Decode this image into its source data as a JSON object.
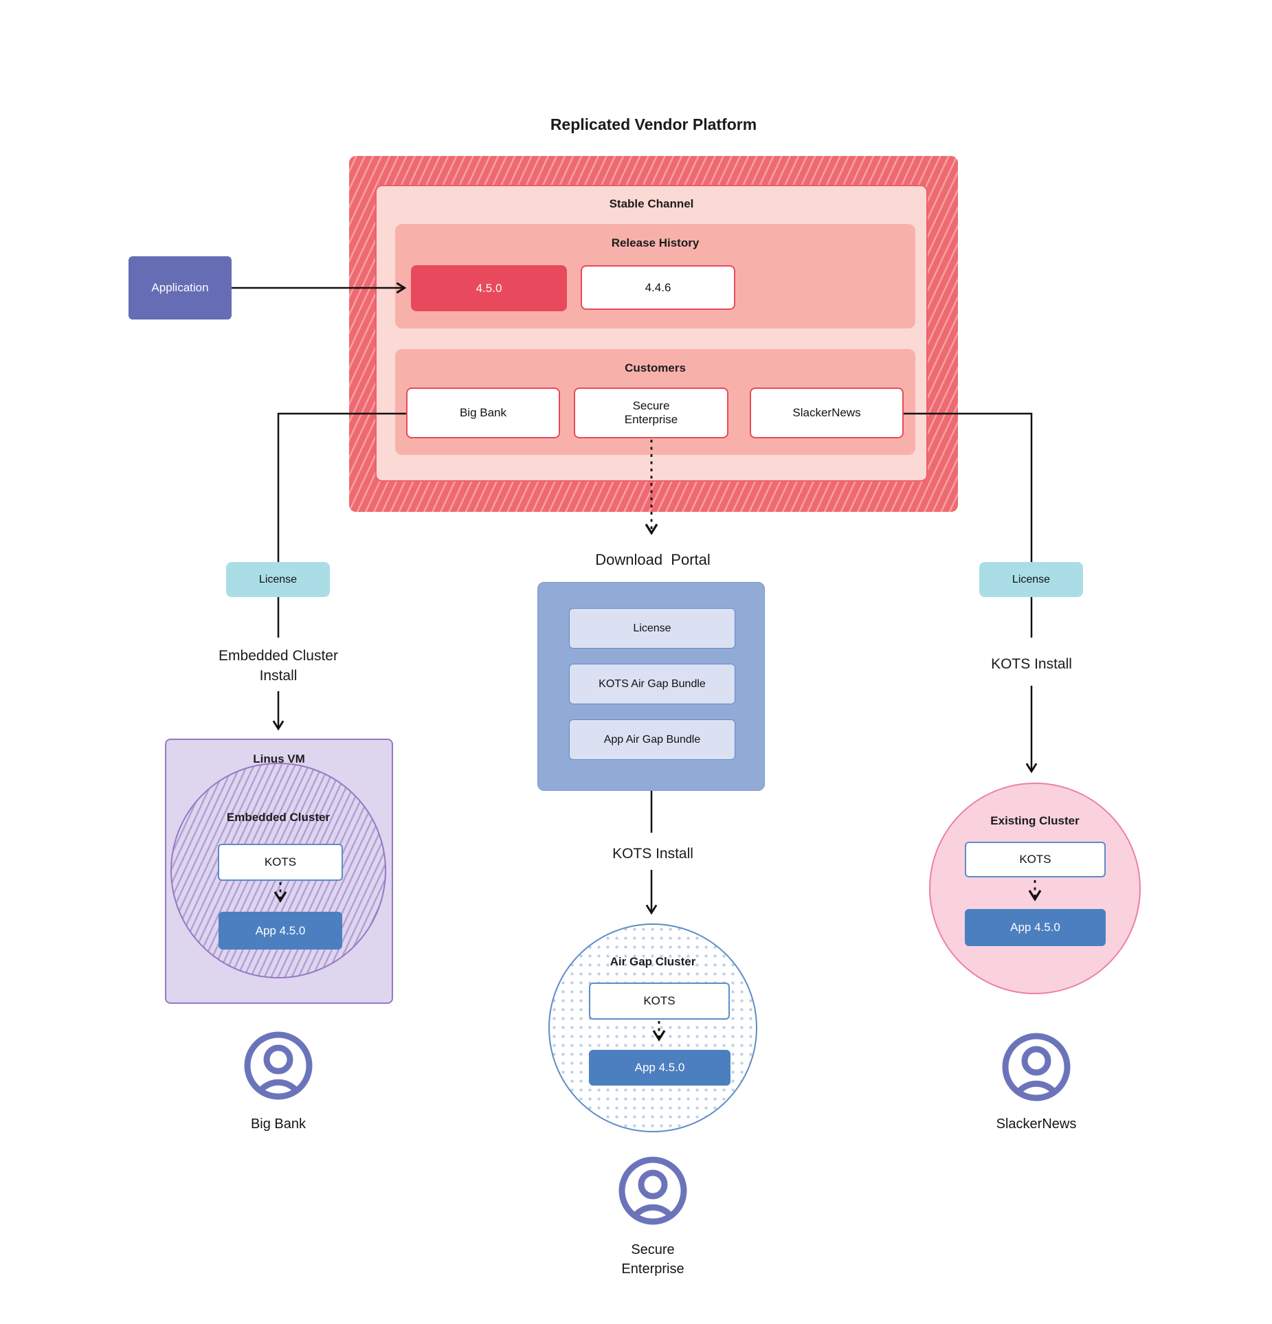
{
  "title": "Replicated Vendor Platform",
  "colors": {
    "platform_red": "#ee6a70",
    "platform_stripe": "#f7a0a5",
    "channel_bg": "#fbd9d4",
    "section_bg": "#f8b1aa",
    "release_current_bg": "#e8495d",
    "box_border_red": "#e8495d",
    "application_bg": "#666db5",
    "license_bg": "#abdde7",
    "portal_bg": "#92abd6",
    "portal_item_bg": "#dbe0f2",
    "blue_border": "#5d8cc6",
    "app_box_bg": "#4c7fc0",
    "vm_bg": "#ded5ee",
    "vm_border": "#9678c4",
    "existing_bg": "#f9d2de",
    "existing_border": "#ee7ea4",
    "user_icon": "#6b74ba"
  },
  "application": {
    "label": "Application"
  },
  "platform": {
    "stable_channel": {
      "label": "Stable Channel",
      "release_history": {
        "label": "Release History",
        "releases": [
          {
            "version": "4.5.0"
          },
          {
            "version": "4.4.6"
          }
        ]
      },
      "customers": {
        "label": "Customers",
        "items": [
          {
            "name": "Big Bank"
          },
          {
            "name": "Secure Enterprise"
          },
          {
            "name": "SlackerNews"
          }
        ]
      }
    }
  },
  "left_flow": {
    "license_label": "License",
    "install_label": "Embedded Cluster Install",
    "vm": {
      "label": "Linus VM",
      "cluster_label": "Embedded Cluster",
      "kots_label": "KOTS",
      "app_label": "App 4.5.0"
    },
    "user_label": "Big Bank"
  },
  "middle_flow": {
    "portal_title": "Download  Portal",
    "portal_items": [
      {
        "label": "License"
      },
      {
        "label": "KOTS Air Gap Bundle"
      },
      {
        "label": "App Air Gap Bundle"
      }
    ],
    "install_label": "KOTS Install",
    "cluster": {
      "label": "Air Gap Cluster",
      "kots_label": "KOTS",
      "app_label": "App 4.5.0"
    },
    "user_label": "Secure Enterprise"
  },
  "right_flow": {
    "license_label": "License",
    "install_label": "KOTS Install",
    "cluster": {
      "label": "Existing Cluster",
      "kots_label": "KOTS",
      "app_label": "App 4.5.0"
    },
    "user_label": "SlackerNews"
  }
}
